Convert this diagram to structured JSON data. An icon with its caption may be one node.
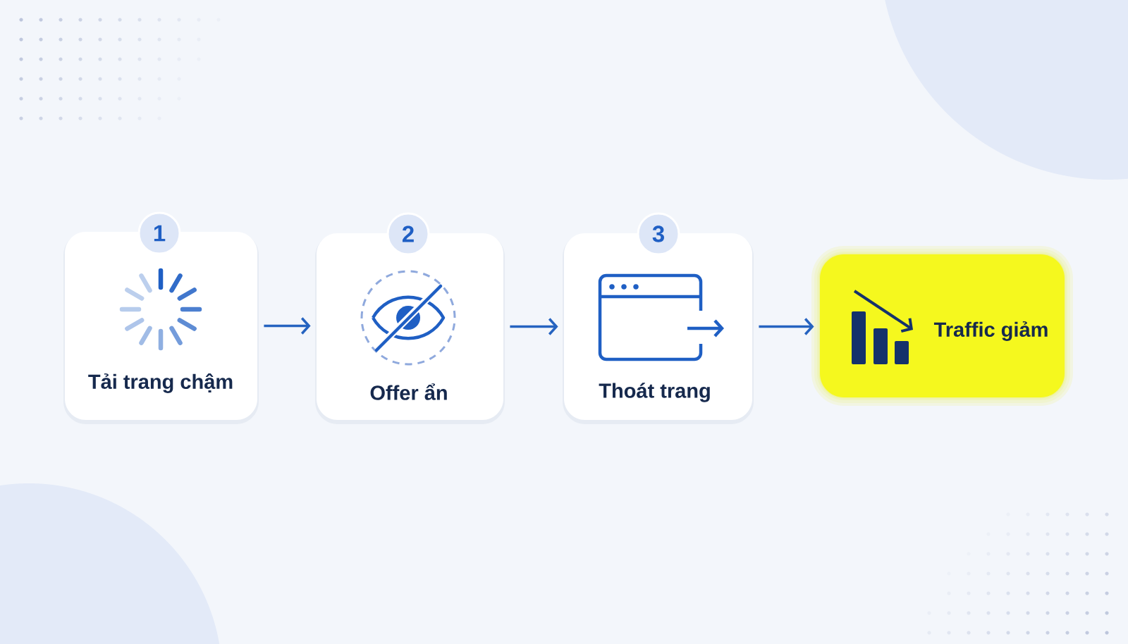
{
  "diagram": {
    "nodes": [
      {
        "text": [
          "1"
        ]
      },
      {
        "text": [
          "Tải trang chậm"
        ]
      },
      {
        "text": [
          "2"
        ]
      },
      {
        "text": [
          "Offer ẩn"
        ]
      },
      {
        "text": [
          "3"
        ]
      },
      {
        "text": [
          "Thoát trang"
        ]
      },
      {
        "text": [
          "Traffic giảm"
        ]
      }
    ],
    "edges": [
      {
        "from": 1,
        "to": 3,
        "arrow": "to"
      },
      {
        "from": 3,
        "to": 5,
        "arrow": "to"
      },
      {
        "from": 5,
        "to": 6,
        "arrow": "to"
      }
    ]
  }
}
